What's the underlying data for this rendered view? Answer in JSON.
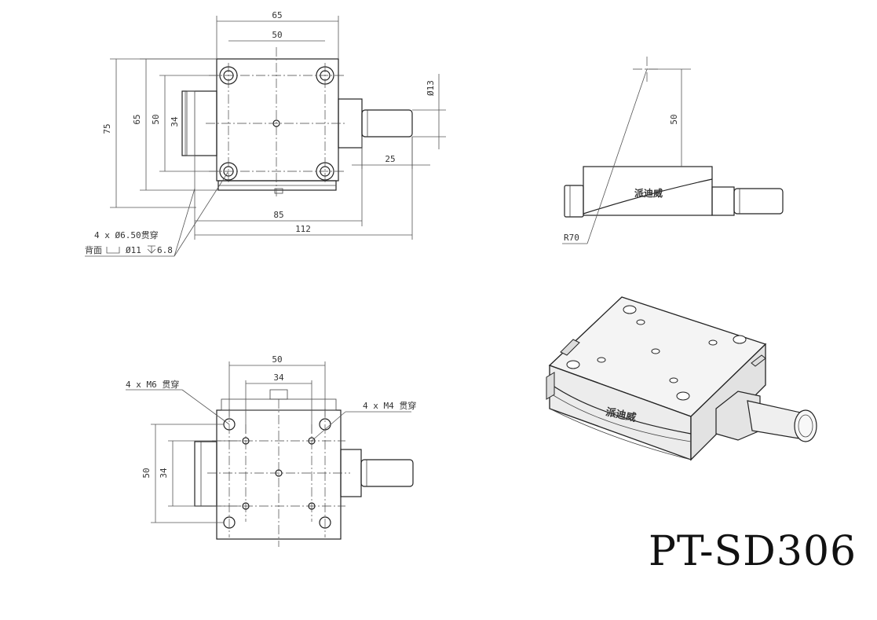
{
  "model": "PT-SD306",
  "top_view": {
    "dim_width_outer": "65",
    "dim_width_holes": "50",
    "dim_height_overall": "75",
    "dim_height_plate": "65",
    "dim_height_holes": "50",
    "dim_height_inner": "34",
    "dim_diameter": "Ø13",
    "dim_knob_length": "25",
    "dim_length_85": "85",
    "dim_length_112": "112",
    "callout_line1": "4 x Ø6.50贯穿",
    "callout_line2_prefix": "背面",
    "callout_line2_value": "Ø11",
    "callout_line2_depth": "6.8"
  },
  "side_view": {
    "dim_height": "50",
    "radius_label": "R70",
    "brand": "派迪威"
  },
  "bottom_view": {
    "dim_width_outer": "50",
    "dim_width_inner": "34",
    "dim_height_outer": "50",
    "dim_height_inner": "34",
    "callout_m6": "4 x M6 贯穿",
    "callout_m4": "4 x M4 贯穿"
  },
  "iso_view": {
    "brand": "派迪威"
  }
}
